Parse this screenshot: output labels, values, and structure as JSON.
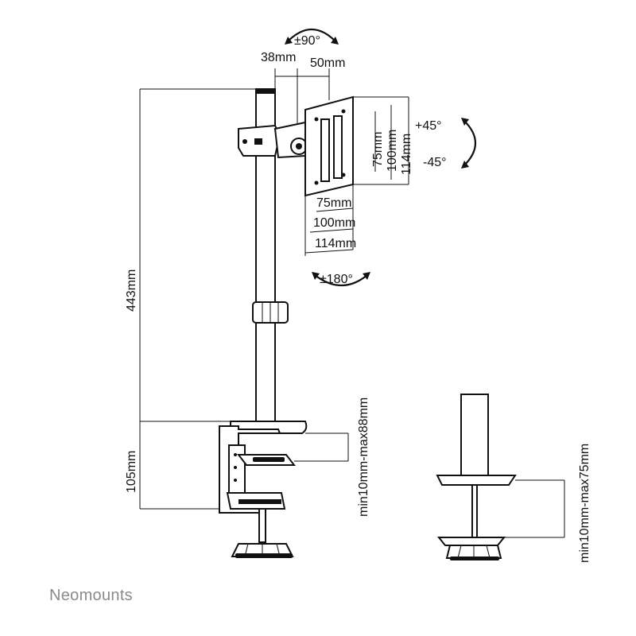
{
  "brand": {
    "name": "Neomounts"
  },
  "labels": {
    "tilt_top": "±90°",
    "offset_left": "38mm",
    "offset_right": "50mm",
    "tilt_up": "+45°",
    "tilt_down": "-45°",
    "vesa_v_75": "75mm",
    "vesa_v_100": "100mm",
    "vesa_v_114": "114mm",
    "vesa_h_75": "75mm",
    "vesa_h_100": "100mm",
    "vesa_h_114": "114mm",
    "rotation": "±180°",
    "pole_height": "443mm",
    "clamp_height": "105mm",
    "clamp_range": "min10mm-max88mm",
    "grommet_range": "min10mm-max75mm"
  }
}
